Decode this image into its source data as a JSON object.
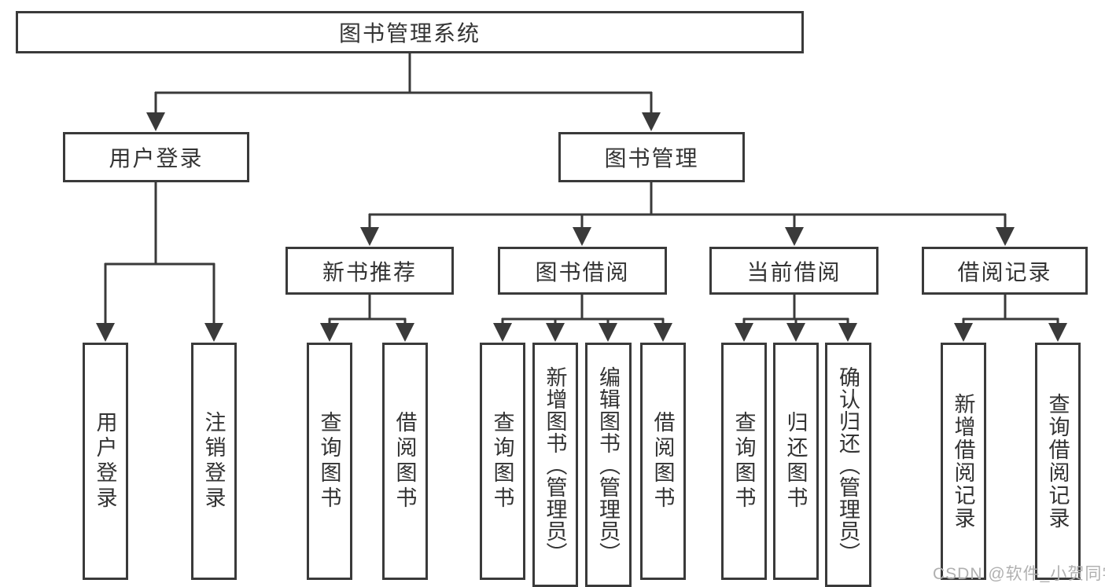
{
  "colors": {
    "line": "#3a3a3a",
    "text": "#333333",
    "watermark": "#b0b0b0",
    "background": "#ffffff"
  },
  "tree": {
    "root": {
      "label": "图书管理系统"
    },
    "branches": [
      {
        "label": "用户登录",
        "children": [
          {
            "label": "用户登录"
          },
          {
            "label": "注销登录"
          }
        ]
      },
      {
        "label": "图书管理",
        "sections": [
          {
            "label": "新书推荐",
            "children": [
              {
                "label": "查询图书"
              },
              {
                "label": "借阅图书"
              }
            ]
          },
          {
            "label": "图书借阅",
            "children": [
              {
                "label": "查询图书"
              },
              {
                "label": "新增图书（管理员）"
              },
              {
                "label": "编辑图书（管理员）"
              },
              {
                "label": "借阅图书"
              }
            ]
          },
          {
            "label": "当前借阅",
            "children": [
              {
                "label": "查询图书"
              },
              {
                "label": "归还图书"
              },
              {
                "label": "确认归还（管理员）"
              }
            ]
          },
          {
            "label": "借阅记录",
            "children": [
              {
                "label": "新增借阅记录"
              },
              {
                "label": "查询借阅记录"
              }
            ]
          }
        ]
      }
    ]
  },
  "watermark": {
    "text": "CSDN @软件_小贺同学"
  }
}
